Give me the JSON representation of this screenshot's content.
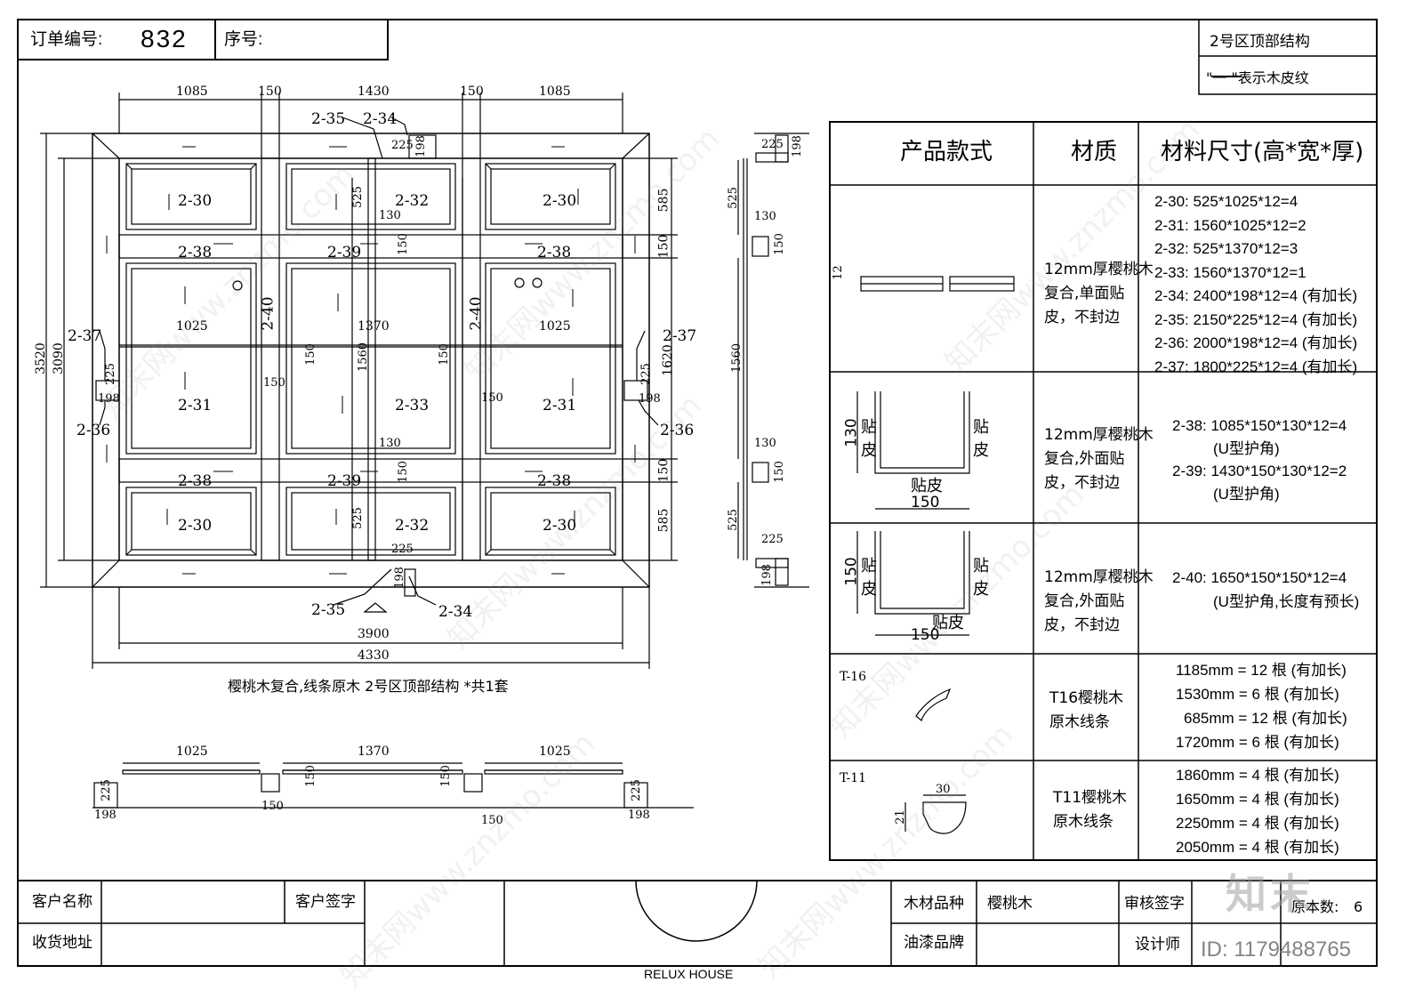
{
  "header": {
    "order_label": "订单编号:",
    "order_no": "832",
    "seq_label": "序号:",
    "title": "2号区顶部结构",
    "legend_note": "\"一         \"表示木皮纹"
  },
  "plan": {
    "caption": "樱桃木复合,线条原木 2号区顶部结构 *共1套",
    "top_dims": [
      "1085",
      "150",
      "1430",
      "150",
      "1085"
    ],
    "overall_inner": "3900",
    "overall_outer": "4330",
    "height_outer": "3520",
    "height_inner": "3090",
    "mid_dims": [
      "1025",
      "1370",
      "1025"
    ],
    "right_dims": [
      "585",
      "150",
      "1620",
      "150",
      "585"
    ],
    "cell_dims": {
      "d525": "525",
      "d130": "130",
      "d150": "150",
      "d225": "225",
      "d198": "198",
      "d1560": "1560"
    },
    "labels": {
      "p30": "2-30",
      "p31": "2-31",
      "p32": "2-32",
      "p33": "2-33",
      "p34": "2-34",
      "p35": "2-35",
      "p36": "2-36",
      "p37": "2-37",
      "p38": "2-38",
      "p39": "2-39",
      "p40": "2-40"
    }
  },
  "side_section": {
    "d225": "225",
    "d198": "198",
    "d525": "525",
    "d130": "130",
    "d150": "150",
    "d1560": "1560"
  },
  "bottom_section": {
    "dims": [
      "1025",
      "1370",
      "1025"
    ],
    "d225": "225",
    "d198": "198",
    "d150": "150"
  },
  "table": {
    "headers": [
      "产品款式",
      "材质",
      "材料尺寸(高*宽*厚)"
    ],
    "rows": [
      {
        "style_dim": "12",
        "material": [
          "12mm厚樱桃木",
          "复合,单面贴",
          "皮，不封边"
        ],
        "sizes": [
          "2-30: 525*1025*12=4",
          "2-31: 1560*1025*12=2",
          "2-32: 525*1370*12=3",
          "2-33: 1560*1370*12=1",
          "2-34: 2400*198*12=4 (有加长)",
          "2-35: 2150*225*12=4 (有加长)",
          "2-36: 2000*198*12=4 (有加长)",
          "2-37: 1800*225*12=4 (有加长)"
        ]
      },
      {
        "style_labels": [
          "130",
          "贴",
          "皮",
          "贴",
          "皮",
          "贴皮",
          "150"
        ],
        "material": [
          "12mm厚樱桃木",
          "复合,外面贴",
          "皮，不封边"
        ],
        "sizes": [
          "2-38: 1085*150*130*12=4",
          "(U型护角)",
          "2-39: 1430*150*130*12=2",
          "(U型护角)"
        ]
      },
      {
        "style_labels": [
          "150",
          "贴",
          "皮",
          "贴",
          "皮",
          "贴皮",
          "150"
        ],
        "material": [
          "12mm厚樱桃木",
          "复合,外面贴",
          "皮，不封边"
        ],
        "sizes": [
          "2-40: 1650*150*150*12=4",
          "(U型护角,长度有预长)"
        ]
      },
      {
        "style_code": "T-16",
        "material": [
          "T16樱桃木",
          "原木线条"
        ],
        "sizes": [
          "1185mm = 12 根 (有加长)",
          "1530mm = 6 根 (有加长)",
          "685mm = 12 根 (有加长)",
          "1720mm = 6 根 (有加长)"
        ]
      },
      {
        "style_code": "T-11",
        "style_dims": [
          "30",
          "21"
        ],
        "material": [
          "T11樱桃木",
          "原木线条"
        ],
        "sizes": [
          "1860mm = 4 根 (有加长)",
          "1650mm = 4 根 (有加长)",
          "2250mm = 4 根 (有加长)",
          "2050mm = 4 根 (有加长)"
        ]
      }
    ]
  },
  "footer": {
    "customer_name_label": "客户名称",
    "customer_sign_label": "客户签字",
    "address_label": "收货地址",
    "wood_label": "木材品种",
    "wood_value": "樱桃木",
    "paint_label": "油漆品牌",
    "review_label": "审核签字",
    "designer_label": "设计师",
    "pages_label": "原本数:",
    "pages_value": "6",
    "brand": "RELUX HOUSE"
  },
  "watermark": {
    "logo_text": "知末",
    "id_text": "ID: 1179488765",
    "tile_text": "知末网www.znzmo.com"
  }
}
